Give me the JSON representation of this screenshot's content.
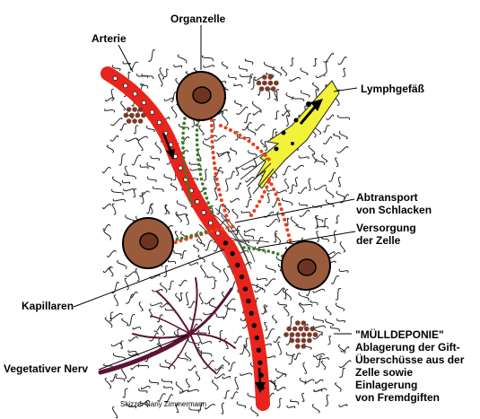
{
  "labels": {
    "organzelle": "Organzelle",
    "arterie": "Arterie",
    "lymphgefaess": "Lymphgefäß",
    "abtransport": [
      "Abtransport",
      "von Schlacken"
    ],
    "versorgung": [
      "Versorgung",
      "der Zelle"
    ],
    "kapillaren": "Kapillaren",
    "muelldeponie": [
      "\"MÜLLDEPONIE\"",
      "Ablagerung der Gift-",
      "Überschüsse aus der",
      "Zelle sowie",
      "Einlagerung",
      "von Fremdgiften"
    ],
    "nerv": "Vegetativer Nerv"
  },
  "credit": "Skizze: Nany Zimmermann",
  "colors": {
    "artery": "#e8241c",
    "cell": "#9a5a3c",
    "nucleus": "#6e3422",
    "lymph": "#f2f23a",
    "nerve": "#5e1236",
    "waste": "#7a3a2a",
    "dots_red": "#e8401c",
    "dots_green": "#3a7a2a",
    "fiber": "#222222"
  }
}
